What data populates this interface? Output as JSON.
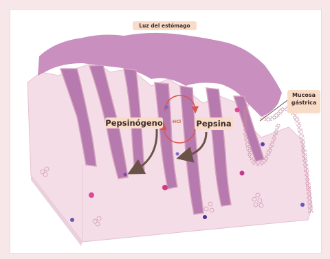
{
  "labels": {
    "lumen": "Luz del estómago",
    "mucosa_line1": "Mucosa",
    "mucosa_line2": "gástrica",
    "pepsinogen": "Pepsinógeno",
    "pepsin": "Pepsina",
    "hcl": "HCl"
  },
  "colors": {
    "background": "#f8e7e9",
    "mucosa_top": "#c98fbf",
    "gland": "#b77aae",
    "tissue": "#f4dde6",
    "label_fill": "#f8dcc8",
    "arrow": "#6b5248",
    "cycle_arrow": "#d9534f"
  }
}
